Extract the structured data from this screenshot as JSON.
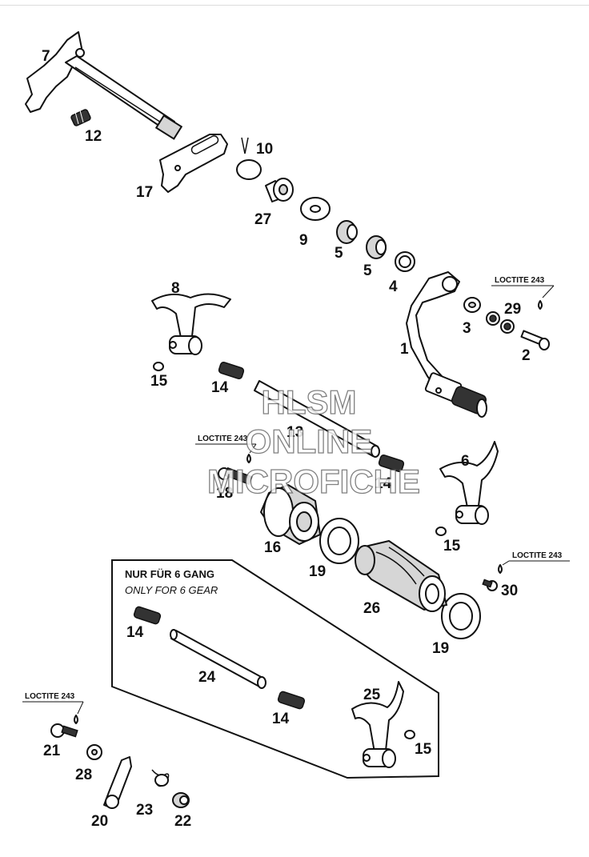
{
  "parts": {
    "p1": "1",
    "p2": "2",
    "p3": "3",
    "p4": "4",
    "p5a": "5",
    "p5b": "5",
    "p6": "6",
    "p7": "7",
    "p8": "8",
    "p9": "9",
    "p10": "10",
    "p12": "12",
    "p13": "13",
    "p14a": "14",
    "p14b": "14",
    "p14c": "14",
    "p14d": "14",
    "p15a": "15",
    "p15b": "15",
    "p15c": "15",
    "p16": "16",
    "p17": "17",
    "p18": "18",
    "p19a": "19",
    "p19b": "19",
    "p20": "20",
    "p21": "21",
    "p22": "22",
    "p23": "23",
    "p24": "24",
    "p25": "25",
    "p26": "26",
    "p27": "27",
    "p28": "28",
    "p29": "29",
    "p30": "30"
  },
  "loctite": {
    "l1": "LOCTITE 243",
    "l2": "LOCTITE 243",
    "l3": "LOCTITE 243",
    "l4": "LOCTITE 243"
  },
  "box": {
    "line1": "NUR FÜR 6 GANG",
    "line2": "ONLY FOR 6 GEAR"
  },
  "watermark": {
    "line1": "HLSM",
    "line2": "ONLINE",
    "line3": "MICROFICHE"
  }
}
